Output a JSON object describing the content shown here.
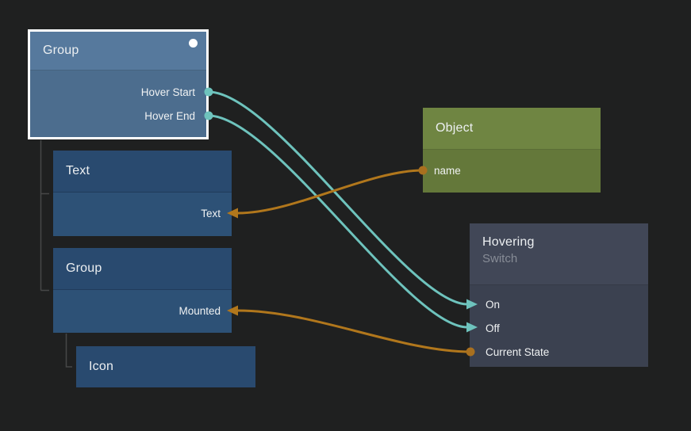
{
  "canvas": {
    "background_color": "#1f2020",
    "wire_signal_color": "#6ec3bd",
    "wire_data_color": "#b1771c",
    "tree_line_color": "#474747",
    "nodes": [
      {
        "title": "Group",
        "selected": true,
        "ports": [
          {
            "label": "Hover Start",
            "side": "right",
            "type": "signal-output"
          },
          {
            "label": "Hover End",
            "side": "right",
            "type": "signal-output"
          }
        ]
      },
      {
        "title": "Text",
        "ports": [
          {
            "label": "Text",
            "side": "right",
            "type": "data-input"
          }
        ]
      },
      {
        "title": "Group",
        "ports": [
          {
            "label": "Mounted",
            "side": "right",
            "type": "data-output"
          }
        ]
      },
      {
        "title": "Icon",
        "ports": []
      },
      {
        "title": "Object",
        "ports": [
          {
            "label": "name",
            "side": "left",
            "type": "data-output"
          }
        ]
      },
      {
        "title": "Hovering",
        "subtitle": "Switch",
        "ports": [
          {
            "label": "On",
            "side": "left",
            "type": "signal-input"
          },
          {
            "label": "Off",
            "side": "left",
            "type": "signal-input"
          },
          {
            "label": "Current State",
            "side": "left",
            "type": "data-output"
          }
        ]
      }
    ],
    "connections": [
      {
        "from": "Group.Hover Start",
        "to": "Hovering.On",
        "kind": "signal"
      },
      {
        "from": "Group.Hover End",
        "to": "Hovering.Off",
        "kind": "signal"
      },
      {
        "from": "Object.name",
        "to": "Text.Text",
        "kind": "data"
      },
      {
        "from": "Hovering.Current State",
        "to": "Group.Mounted",
        "kind": "data"
      }
    ]
  }
}
